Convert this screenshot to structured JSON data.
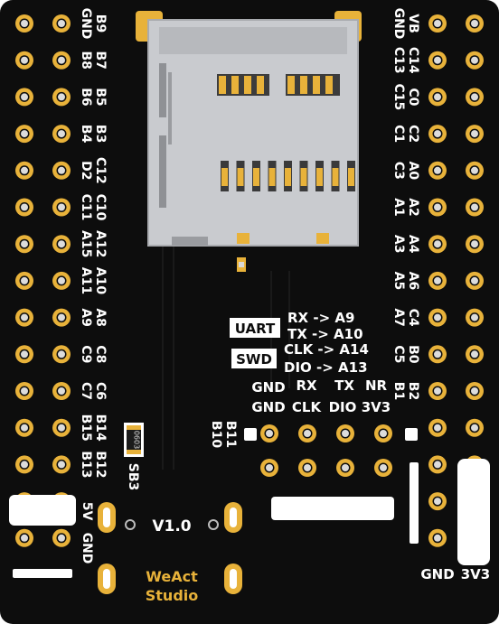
{
  "board": {
    "pcb_color": "#0d0d0d",
    "gold_color": "#e8b23a",
    "silk_color": "#ffffff",
    "version": "V1.0",
    "logo_line1": "WeAct",
    "logo_line2": "Studio",
    "resistor_code": "0603",
    "jumper_label": "SB3"
  },
  "left_pins": [
    [
      "B9",
      "GND"
    ],
    [
      "B7",
      "B8"
    ],
    [
      "B5",
      "B6"
    ],
    [
      "B3",
      "B4"
    ],
    [
      "C12",
      "D2"
    ],
    [
      "C10",
      "C11"
    ],
    [
      "A12",
      "A15"
    ],
    [
      "A10",
      "A11"
    ],
    [
      "A8",
      "A9"
    ],
    [
      "C8",
      "C9"
    ],
    [
      "C6",
      "C7"
    ],
    [
      "B14",
      "B15"
    ],
    [
      "B12",
      "B13"
    ]
  ],
  "right_pins": [
    [
      "VB",
      "GND"
    ],
    [
      "C14",
      "C13"
    ],
    [
      "C0",
      "C15"
    ],
    [
      "C2",
      "C1"
    ],
    [
      "A0",
      "C3"
    ],
    [
      "A2",
      "A1"
    ],
    [
      "A4",
      "A3"
    ],
    [
      "A6",
      "A5"
    ],
    [
      "C4",
      "A7"
    ],
    [
      "B0",
      "C5"
    ],
    [
      "B2",
      "B1"
    ]
  ],
  "left_bottom": [
    "5V",
    "GND"
  ],
  "b11_b10": [
    "B11",
    "B10"
  ],
  "uart": {
    "badge": "UART",
    "line1": "RX -> A9",
    "line2": "TX -> A10"
  },
  "swd": {
    "badge": "SWD",
    "line1": "CLK -> A14",
    "line2": "DIO -> A13"
  },
  "header_top_labels": [
    "RX",
    "TX",
    "NR"
  ],
  "header_mid_labels": [
    "GND",
    "CLK",
    "DIO",
    "3V3"
  ],
  "header_gnd_top": "GND",
  "bottom_labels": [
    "GND",
    "3V3"
  ]
}
